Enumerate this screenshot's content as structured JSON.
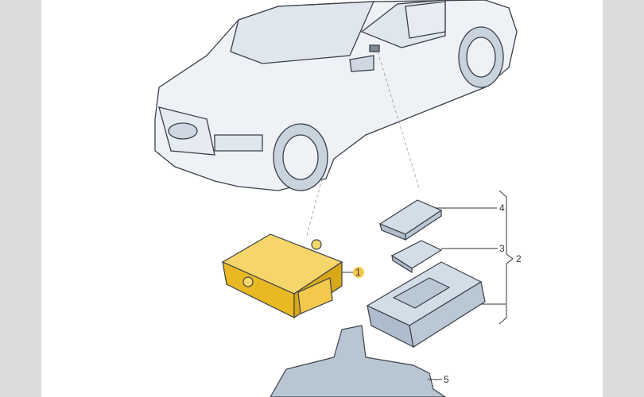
{
  "diagram": {
    "callouts": [
      {
        "number": "1",
        "highlighted": true
      },
      {
        "number": "2"
      },
      {
        "number": "3"
      },
      {
        "number": "4"
      },
      {
        "number": "5"
      }
    ],
    "colors": {
      "highlight": "#f2c94c",
      "part": "#c9d6e3",
      "outline": "#3a3f47",
      "highlight_badge": "#e8b923"
    }
  }
}
